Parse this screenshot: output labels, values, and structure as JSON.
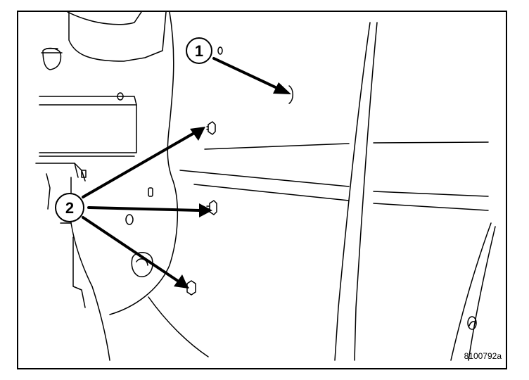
{
  "figure": {
    "callouts": [
      {
        "id": "1",
        "label": "1"
      },
      {
        "id": "2",
        "label": "2"
      }
    ],
    "figure_id": "8100792a",
    "colors": {
      "ink": "#000000",
      "paper": "#ffffff"
    }
  }
}
